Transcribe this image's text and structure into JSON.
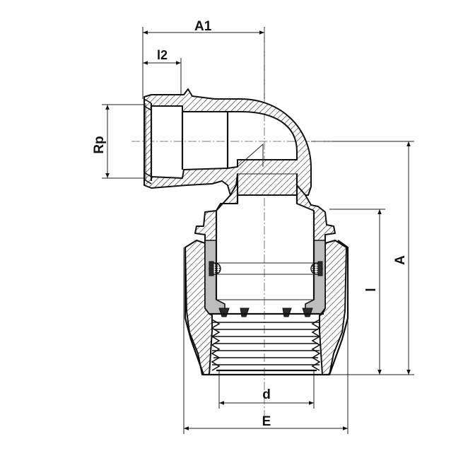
{
  "labels": {
    "A1": "A1",
    "l2": "l2",
    "Rp": "Rp",
    "A": "A",
    "l": "l",
    "d": "d",
    "E": "E"
  },
  "colors": {
    "line": "#111111",
    "insert_fill": "#bdbdbd",
    "background": "#ffffff"
  }
}
